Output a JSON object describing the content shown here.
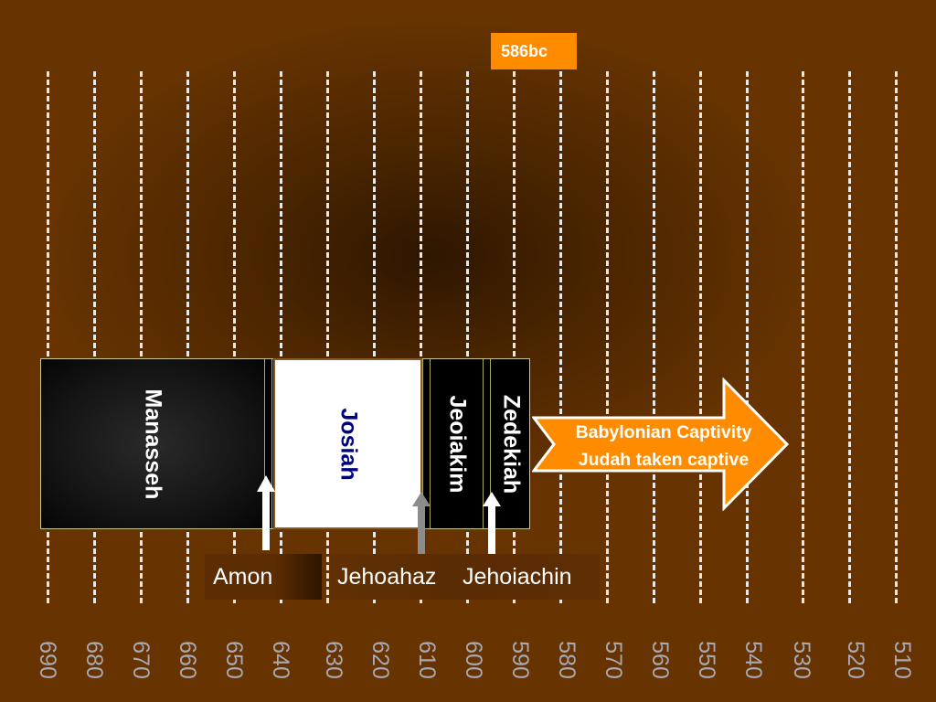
{
  "marker": {
    "label": "586bc"
  },
  "timeline": {
    "years": [
      "690",
      "680",
      "670",
      "660",
      "650",
      "640",
      "630",
      "620",
      "610",
      "600",
      "590",
      "580",
      "570",
      "560",
      "550",
      "540",
      "530",
      "520",
      "510"
    ]
  },
  "reigns": [
    {
      "name": "Manasseh"
    },
    {
      "name": "Josiah"
    },
    {
      "name": "Jeoiakim"
    },
    {
      "name": "Zedekiah"
    }
  ],
  "short_reigns": [
    {
      "name": "Amon"
    },
    {
      "name": "Jehoahaz"
    },
    {
      "name": "Jehoiachin"
    }
  ],
  "captivity": {
    "line1": "Babylonian Captivity",
    "line2": "Judah taken captive",
    "color": "#ff8c00"
  },
  "colors": {
    "background": "#663301",
    "accent": "#ff8c00",
    "josiah_text": "#000080"
  }
}
